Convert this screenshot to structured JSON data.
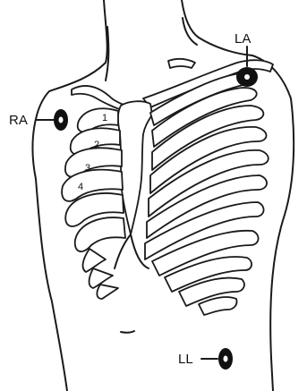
{
  "electrodes": [
    {
      "id": "ra",
      "label": "RA"
    },
    {
      "id": "la",
      "label": "LA"
    },
    {
      "id": "ll",
      "label": "LL"
    }
  ],
  "rib_numbers": [
    "1",
    "2",
    "3",
    "4"
  ],
  "colors": {
    "ink": "#1a1a1a",
    "electrode": "#111111",
    "background": "#ffffff"
  }
}
